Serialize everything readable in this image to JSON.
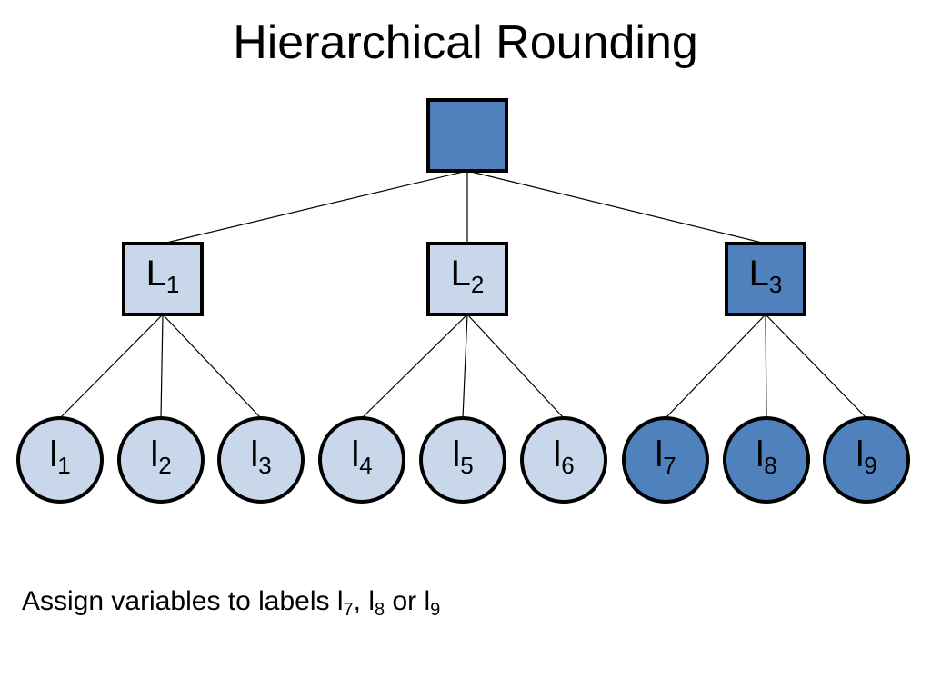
{
  "title": "Hierarchical Rounding",
  "colors": {
    "selected_fill": "#4f81bd",
    "unselected_fill": "#c9d7ea",
    "stroke": "#000000"
  },
  "tree": {
    "root": {
      "label": "",
      "selected": true
    },
    "groups": [
      {
        "label": {
          "base": "L",
          "sub": "1"
        },
        "selected": false,
        "leaves": [
          {
            "base": "l",
            "sub": "1",
            "selected": false
          },
          {
            "base": "l",
            "sub": "2",
            "selected": false
          },
          {
            "base": "l",
            "sub": "3",
            "selected": false
          }
        ]
      },
      {
        "label": {
          "base": "L",
          "sub": "2"
        },
        "selected": false,
        "leaves": [
          {
            "base": "l",
            "sub": "4",
            "selected": false
          },
          {
            "base": "l",
            "sub": "5",
            "selected": false
          },
          {
            "base": "l",
            "sub": "6",
            "selected": false
          }
        ]
      },
      {
        "label": {
          "base": "L",
          "sub": "3"
        },
        "selected": true,
        "leaves": [
          {
            "base": "l",
            "sub": "7",
            "selected": true
          },
          {
            "base": "l",
            "sub": "8",
            "selected": true
          },
          {
            "base": "l",
            "sub": "9",
            "selected": true
          }
        ]
      }
    ]
  },
  "caption": {
    "prefix": "Assign variables to labels ",
    "l7_base": "l",
    "l7_sub": "7",
    "sep1": ", ",
    "l8_base": "l",
    "l8_sub": "8",
    "sep2": " or ",
    "l9_base": "l",
    "l9_sub": "9"
  }
}
